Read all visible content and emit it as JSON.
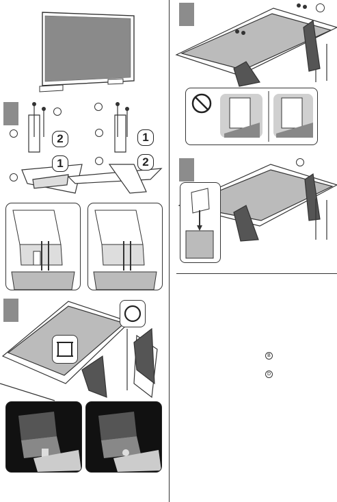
{
  "steps": {
    "a": {
      "callouts": [
        "2",
        "1"
      ]
    },
    "b": {
      "callouts": [
        "1",
        "2"
      ]
    }
  },
  "notes": {
    "mark_b": "B",
    "mark_d": "D"
  },
  "icons": [
    "no-symbol-icon",
    "circle-ok-icon",
    "square-icon"
  ]
}
